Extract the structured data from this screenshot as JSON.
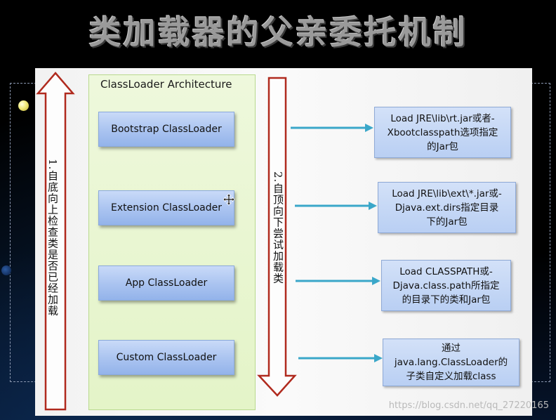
{
  "slide": {
    "title": "类加载器的父亲委托机制",
    "watermark": "https://blog.csdn.net/qq_27220165"
  },
  "diagram": {
    "architecture_title": "ClassLoader Architecture",
    "loaders": [
      {
        "label": "Bootstrap ClassLoader"
      },
      {
        "label": "Extension ClassLoader"
      },
      {
        "label": "App ClassLoader"
      },
      {
        "label": "Custom ClassLoader"
      }
    ],
    "up_arrow_label": "1.自底向上检查类是否已经加载",
    "down_arrow_label": "2.自顶向下尝试加载类",
    "descriptions": [
      {
        "lines": [
          "Load JRE\\lib\\rt.jar或者-",
          "Xbootclasspath选项指定",
          "的Jar包"
        ]
      },
      {
        "lines": [
          "Load JRE\\lib\\ext\\*.jar或-",
          "Djava.ext.dirs指定目录",
          "下的Jar包"
        ]
      },
      {
        "lines": [
          "Load CLASSPATH或-",
          "Djava.class.path所指定",
          "的目录下的类和Jar包"
        ]
      },
      {
        "lines": [
          "通过",
          "java.lang.ClassLoader的",
          "子类自定义加载class"
        ]
      }
    ],
    "colors": {
      "arrow_outline": "#b02a1e",
      "connector": "#3aa7c9",
      "loader_fill": "#a9c3f0",
      "arch_fill": "#e4f4c8"
    }
  }
}
